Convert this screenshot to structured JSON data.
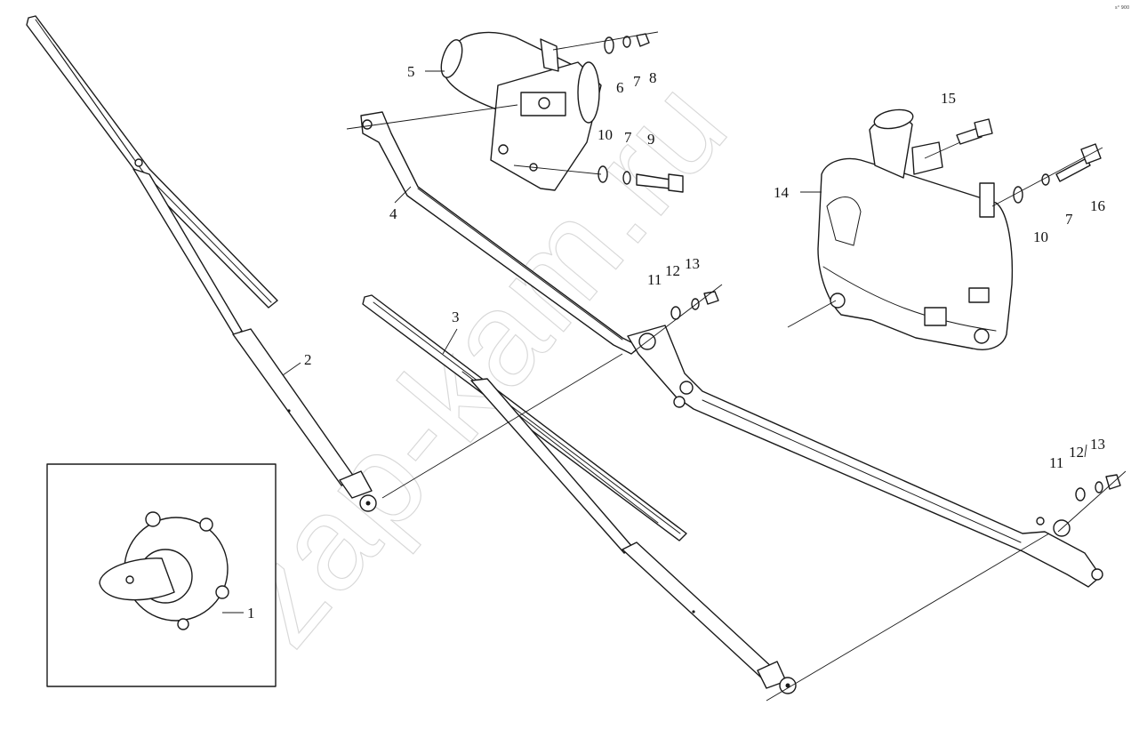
{
  "diagram": {
    "watermark": "zap-kam.ru",
    "corner_code": "s° 900",
    "callouts": [
      {
        "id": "1",
        "text": "1"
      },
      {
        "id": "2",
        "text": "2"
      },
      {
        "id": "3",
        "text": "3"
      },
      {
        "id": "4",
        "text": "4"
      },
      {
        "id": "5",
        "text": "5"
      },
      {
        "id": "6",
        "text": "6"
      },
      {
        "id": "7a",
        "text": "7"
      },
      {
        "id": "8",
        "text": "8"
      },
      {
        "id": "10a",
        "text": "10"
      },
      {
        "id": "7b",
        "text": "7"
      },
      {
        "id": "9",
        "text": "9"
      },
      {
        "id": "14",
        "text": "14"
      },
      {
        "id": "15",
        "text": "15"
      },
      {
        "id": "10b",
        "text": "10"
      },
      {
        "id": "7c",
        "text": "7"
      },
      {
        "id": "16",
        "text": "16"
      },
      {
        "id": "11a",
        "text": "11"
      },
      {
        "id": "12a",
        "text": "12"
      },
      {
        "id": "13a",
        "text": "13"
      },
      {
        "id": "11b",
        "text": "11"
      },
      {
        "id": "12b",
        "text": "12"
      },
      {
        "id": "13b",
        "text": "13"
      }
    ]
  }
}
